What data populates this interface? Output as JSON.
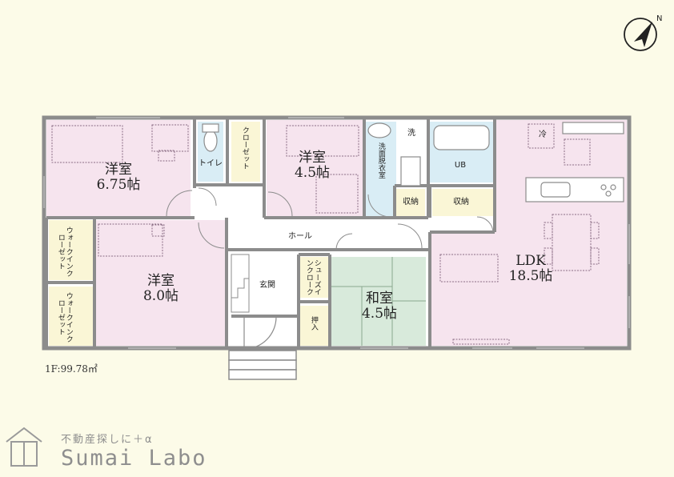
{
  "rooms": {
    "western1": {
      "name": "洋室",
      "size": "6.75帖"
    },
    "western2": {
      "name": "洋室",
      "size": "4.5帖"
    },
    "western3": {
      "name": "洋室",
      "size": "8.0帖"
    },
    "washitsu": {
      "name": "和室",
      "size": "4.5帖"
    },
    "ldk": {
      "name": "LDK",
      "size": "18.5帖"
    }
  },
  "labels": {
    "toilet": "トイレ",
    "closet": "クローゼット",
    "washroom": "洗面脱衣室",
    "wash_mark": "洗",
    "ub": "UB",
    "storage1": "収納",
    "storage2": "収納",
    "hall": "ホール",
    "entrance": "玄関",
    "shoe_closet": "シューズインクローク",
    "oshiire": "押入",
    "walkin1": "ウォークインクローゼット",
    "walkin2": "ウォークインクローゼット",
    "fridge": "冷"
  },
  "floor_area": "1F:99.78㎡",
  "compass_label": "N",
  "logo": {
    "tagline": "不動産探しに＋α",
    "name": "Sumai Labo"
  },
  "colors": {
    "background": "#fcfbe8",
    "western_room": "#f6e4ee",
    "washitsu": "#d8eadb",
    "wet_area": "#d9edf5",
    "storage": "#faf6d6",
    "wall": "#8c8c8c"
  }
}
